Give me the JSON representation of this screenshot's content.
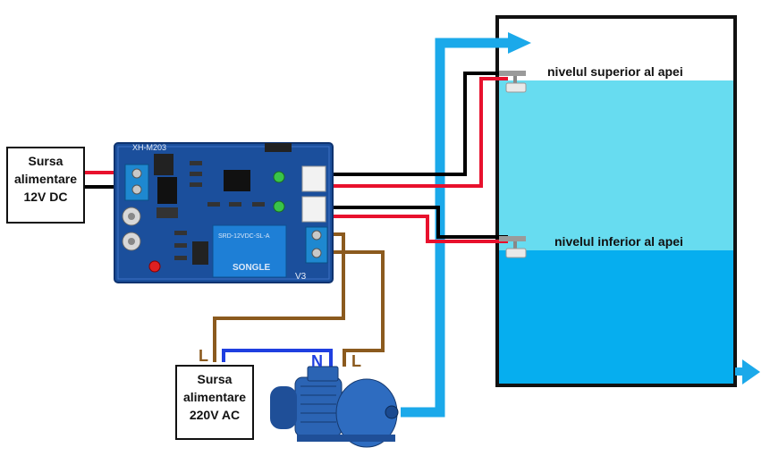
{
  "dc_supply": {
    "line1": "Sursa",
    "line2": "alimentare",
    "line3": "12V DC"
  },
  "ac_supply": {
    "line1": "Sursa",
    "line2": "alimentare",
    "line3": "220V AC"
  },
  "board": {
    "model": "XH-M203",
    "terminal": "V3",
    "relay": "SRD-12VDC-SL-A",
    "relay_brand": "SONGLE"
  },
  "levels": {
    "upper": "nivelul superior al apei",
    "lower": "nivelul inferior al apei"
  },
  "wires": {
    "live_1": "L",
    "neutral": "N",
    "live_2": "L"
  },
  "colors": {
    "pcb": "#1b4f9c",
    "water_upper": "#67dcf0",
    "water_lower": "#06aeef",
    "flow_arrow": "#1ba9ea",
    "wire_red": "#e8112d",
    "wire_black": "#000000",
    "wire_brown": "#8b5a1e",
    "wire_blue": "#1f3fe0",
    "pump_body": "#2b64b4"
  },
  "icons": {
    "pump": "water-pump-icon",
    "float_sensor": "float-switch-icon",
    "flow": "flow-arrow-icon"
  }
}
